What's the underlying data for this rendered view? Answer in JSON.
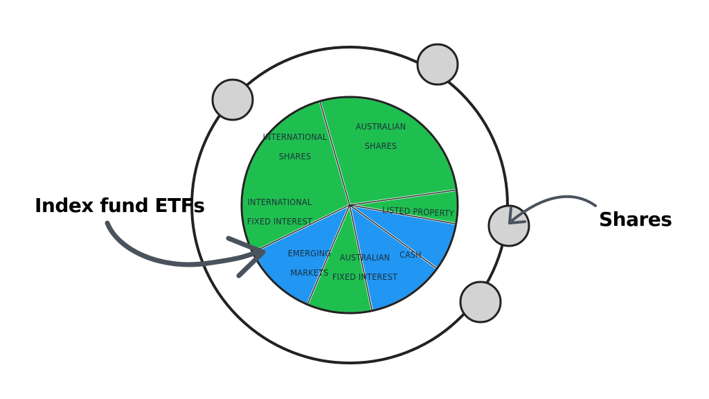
{
  "colors": {
    "green": "#1fbf4f",
    "blue": "#2196f3",
    "outline": "#222222",
    "planet": "#d3d3d3",
    "arrow": "#4a535d"
  },
  "callouts": {
    "etfs": "Index fund ETFs",
    "shares": "Shares"
  },
  "segments": [
    {
      "id": "australian-shares",
      "lines": [
        "AUSTRALIAN",
        "SHARES"
      ],
      "color": "green"
    },
    {
      "id": "listed-property",
      "lines": [
        "LISTED PROPERTY"
      ],
      "color": "green"
    },
    {
      "id": "cash",
      "lines": [
        "CASH"
      ],
      "color": "blue"
    },
    {
      "id": "australian-fixed-interest",
      "lines": [
        "AUSTRALIAN",
        "FIXED INTEREST"
      ],
      "color": "blue"
    },
    {
      "id": "emerging-markets",
      "lines": [
        "EMERGING",
        "MARKETS"
      ],
      "color": "green"
    },
    {
      "id": "international-fixed-interest",
      "lines": [
        "INTERNATIONAL",
        "FIXED INTEREST"
      ],
      "color": "blue"
    },
    {
      "id": "international-shares",
      "lines": [
        "INTERNATIONAL",
        "SHARES"
      ],
      "color": "green"
    }
  ]
}
